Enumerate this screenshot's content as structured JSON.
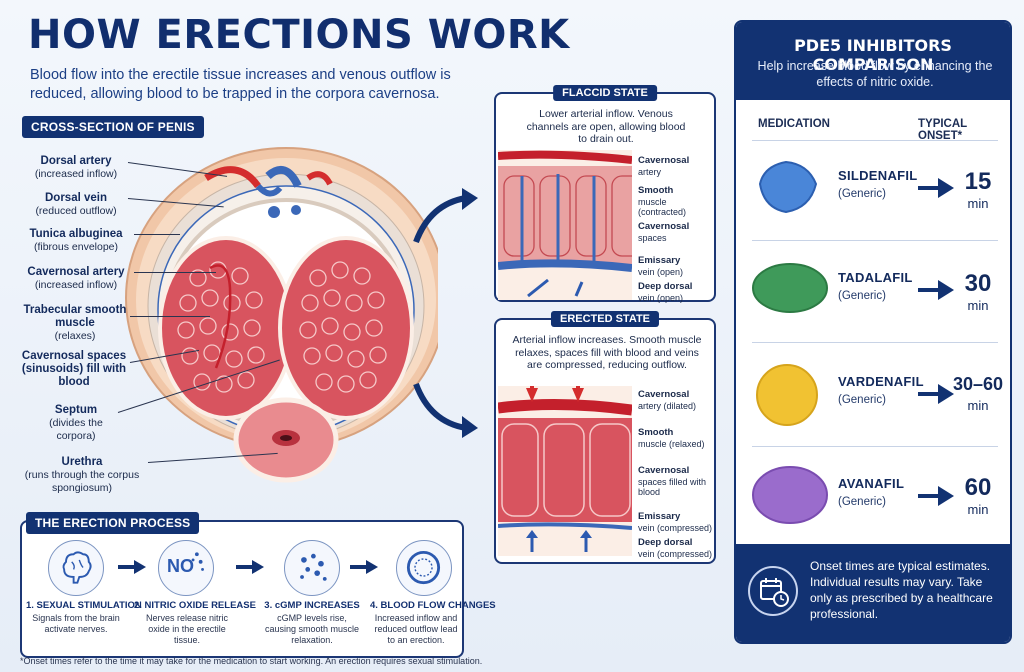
{
  "header": {
    "title": "HOW ERECTIONS WORK",
    "subtitle": "Blood flow into the erectile tissue increases and venous outflow is reduced, allowing blood to be trapped in the corpora cavernosa."
  },
  "cross_section": {
    "tag": "CROSS-SECTION OF PENIS",
    "labels": [
      {
        "name": "Dorsal artery",
        "note": "(increased inflow)"
      },
      {
        "name": "Dorsal vein",
        "note": "(reduced outflow)"
      },
      {
        "name": "Tunica albuginea",
        "note": "(fibrous envelope)"
      },
      {
        "name": "Cavernosal artery",
        "note": "(increased inflow)"
      },
      {
        "name": "Trabecular smooth muscle",
        "note": "(relaxes)"
      },
      {
        "name": "Cavernosal spaces (sinusoids) fill with blood",
        "note": ""
      },
      {
        "name": "Septum",
        "note": "(divides the corpora)"
      },
      {
        "name": "Urethra",
        "note": "(runs through the corpus spongiosum)"
      }
    ]
  },
  "flaccid": {
    "title": "FLACCID STATE",
    "desc": "Lower arterial inflow. Venous channels are open, allowing blood to drain out.",
    "labels": [
      {
        "name": "Cavernosal",
        "note": "artery"
      },
      {
        "name": "Smooth",
        "note": "muscle (contracted)"
      },
      {
        "name": "Cavernosal",
        "note": "spaces"
      },
      {
        "name": "Emissary",
        "note": "vein (open)"
      },
      {
        "name": "Deep dorsal",
        "note": "vein (open)"
      }
    ]
  },
  "erected": {
    "title": "ERECTED STATE",
    "desc": "Arterial inflow increases. Smooth muscle relaxes, spaces fill with blood and veins are compressed, reducing outflow.",
    "labels": [
      {
        "name": "Cavernosal",
        "note": "artery (dilated)"
      },
      {
        "name": "Smooth",
        "note": "muscle (relaxed)"
      },
      {
        "name": "Cavernosal",
        "note": "spaces filled with blood"
      },
      {
        "name": "Emissary",
        "note": "vein (compressed)"
      },
      {
        "name": "Deep dorsal",
        "note": "vein (compressed)"
      }
    ]
  },
  "process": {
    "tag": "THE ERECTION PROCESS",
    "steps": [
      {
        "title": "1. SEXUAL STIMULATION",
        "desc": "Signals from the brain activate nerves.",
        "icon": "brain-icon"
      },
      {
        "title": "2. NITRIC OXIDE RELEASE",
        "desc": "Nerves release nitric oxide in the erectile tissue.",
        "icon": "no-molecule-icon",
        "icon_text": "NO"
      },
      {
        "title": "3. cGMP INCREASES",
        "desc": "cGMP levels rise, causing smooth muscle relaxation.",
        "icon": "molecules-icon"
      },
      {
        "title": "4. BLOOD FLOW CHANGES",
        "desc": "Increased inflow and reduced outflow lead to an erection.",
        "icon": "vessel-icon"
      }
    ]
  },
  "footnote": "*Onset times refer to the time it may take for the medication to start working. An erection requires sexual stimulation.",
  "pde5": {
    "title": "PDE5 INHIBITORS COMPARISON",
    "subtitle": "Help increase blood flow by enhancing the effects of nitric oxide.",
    "col_medication": "MEDICATION",
    "col_onset": "TYPICAL ONSET*",
    "drugs": [
      {
        "name": "SILDENAFIL",
        "generic": "(Generic)",
        "onset": "15",
        "unit": "min",
        "color": "#4a86d8"
      },
      {
        "name": "TADALAFIL",
        "generic": "(Generic)",
        "onset": "30",
        "unit": "min",
        "color": "#3f9a5a"
      },
      {
        "name": "VARDENAFIL",
        "generic": "(Generic)",
        "onset": "30–60",
        "unit": "min",
        "color": "#f1c232"
      },
      {
        "name": "AVANAFIL",
        "generic": "(Generic)",
        "onset": "60",
        "unit": "min",
        "color": "#9a6ccc"
      }
    ],
    "footer": "Onset times are typical estimates. Individual results may vary. Take only as prescribed by a healthcare professional."
  },
  "colors": {
    "navy": "#123272",
    "tissue": "#d8545f",
    "vein": "#3b68b8"
  }
}
